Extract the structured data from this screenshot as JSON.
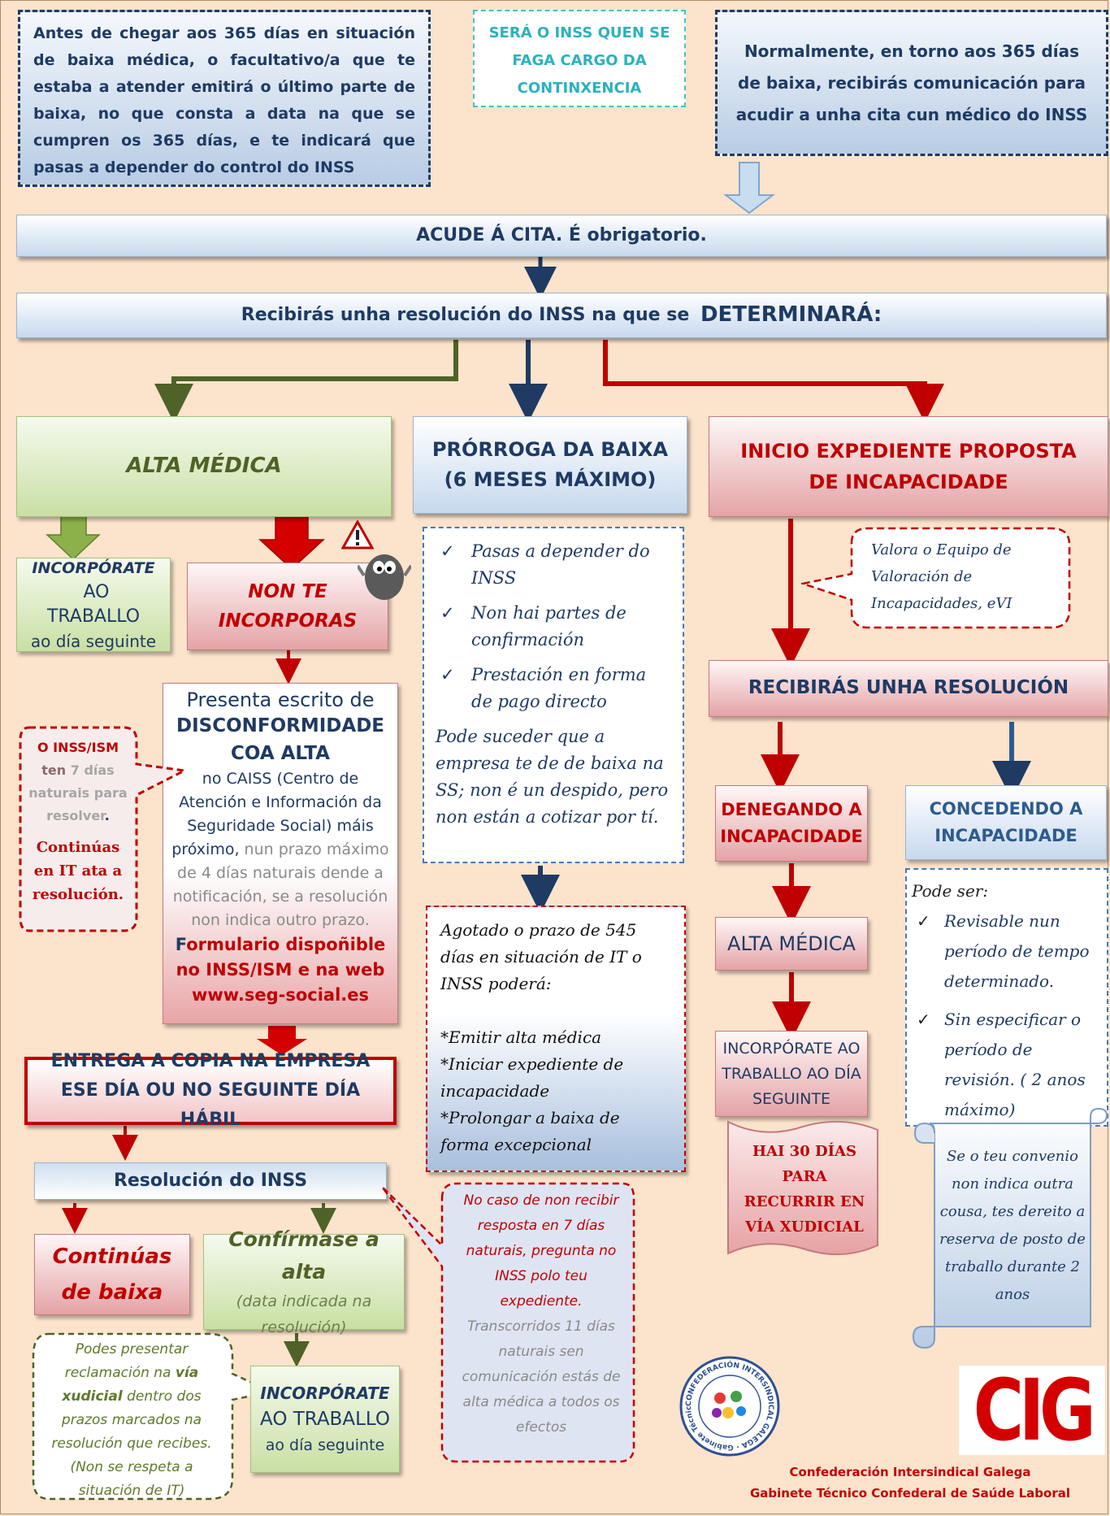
{
  "intro": {
    "before_365_text": "Antes de chegar aos 365 días en situación de baixa médica, o facultativo/a que te estaba a atender emitirá o último parte de baixa, no que consta  a data na que se cumpren os 365 días, e te indicará que pasas a depender do control do INSS",
    "inss_note": "SERÁ O INSS QUEN SE FAGA CARGO DA CONTINXENCIA",
    "normally_text": "Normalmente, en torno aos 365 días de baixa, recibirás comunicación para acudir a unha cita cun médico do INSS"
  },
  "steps": {
    "appointment": "ACUDE Á CITA. É obrigatorio.",
    "resolution_prefix": "Recibirás unha resolución do INSS na que se ",
    "resolution_emph": "DETERMINARÁ:"
  },
  "alta": {
    "title": "ALTA MÉDICA",
    "incorporate_bold": "INCORPÓRATE",
    "incorporate_rest": " AO",
    "work": "TRABALLO",
    "next_day": "ao día seguinte",
    "non_incorporas": "NON TE INCORPORAS",
    "presenta": "Presenta  escrito de",
    "disconf": "DISCONFORMIDADE COA ALTA",
    "caiss": "no CAISS (Centro de Atención e Información da Seguridade Social) máis",
    "proximo": "próximo,",
    "prazo": " nun prazo máximo de 4 días naturais dende a notificación, se a resolución non indica outro prazo.",
    "form_f": "F",
    "form_rest": "ormulario dispoñible no INSS/ISM e na web www.seg-social.es",
    "inss_ism_head": "O INSS/ISM",
    "ten": "ten",
    "seven_days": " 7 días naturais para resolver",
    "period": ".",
    "continuas_it": "Continúas en IT ata a resolución.",
    "entrega": "ENTREGA A COPIA NA EMPRESA ESE DÍA OU NO SEGUINTE DÍA HÁBIL",
    "resolucion": "Resolución do INSS",
    "continuas_baixa": "Continúas de baixa",
    "confirmase": "Confírmase a alta",
    "data_indicada": "(data indicada na resolución)",
    "podes_pre": "Podes presentar reclamación na ",
    "via_xud": "vía xudicial",
    "podes_post": " dentro dos prazos marcados na resolución que recibes. (Non se respeta a situación de IT)",
    "incorp2_bold": "INCORPÓRATE",
    "incorp2_work": "AO TRABALLO",
    "incorp2_next": "ao día seguinte",
    "no_caso": "No caso de non recibir resposta en 7 días naturais, pregunta no INSS polo teu expediente.",
    "transcorridos": "Transcorridos 11 días naturais sen comunicación estás de alta médica a todos os efectos"
  },
  "prorroga": {
    "title": "PRÓRROGA DA BAIXA (6 MESES MÁXIMO)",
    "items": [
      "Pasas a depender do INSS",
      "Non hai partes de confirmación",
      "Prestación en forma de pago directo"
    ],
    "note": "Pode suceder que a empresa te de de baixa na SS; non é un despido, pero non están a cotizar por tí.",
    "agotado": "Agotado o prazo de 545 días en situación de IT o INSS poderá:",
    "options": [
      "*Emitir alta médica",
      "*Iniciar expediente de incapacidade",
      "*Prolongar a baixa de forma excepcional"
    ]
  },
  "incapacidade": {
    "title": "INICIO EXPEDIENTE  PROPOSTA DE INCAPACIDADE",
    "evi": "Valora o Equipo de Valoración de Incapacidades, eVI",
    "recibiras": "RECIBIRÁS UNHA RESOLUCIÓN",
    "denegando": "DENEGANDO A INCAPACIDADE",
    "concedendo": "CONCEDENDO A INCAPACIDADE",
    "alta_medica": "ALTA MÉDICA",
    "incorporate": "INCORPÓRATE AO TRABALLO AO DÍA SEGUINTE",
    "hai30": "HAI 30 DÍAS PARA RECURRIR EN VÍA XUDICIAL",
    "pode_ser": "Pode ser:",
    "opts": [
      "Revisable nun período de tempo determinado.",
      "Sin especificar o período de revisión. ( 2 anos máximo)"
    ],
    "convenio": "Se o teu convenio non indica outra cousa, tes dereito a reserva de posto de traballo durante 2 anos"
  },
  "footer": {
    "logo_text": "CIG",
    "seal_ring": "CONFEDERACIÓN INTERSINDICAL GALEGA · Gabinete Técnico de Saúde Laboral",
    "line1": "Confederación Intersindical Galega",
    "line2": "Gabinete Técnico Confederal de Saúde Laboral"
  },
  "colors": {
    "navy": "#1f3a63",
    "red": "#c00000",
    "green": "#4f6228",
    "mid_blue": "#2e5b8e"
  }
}
